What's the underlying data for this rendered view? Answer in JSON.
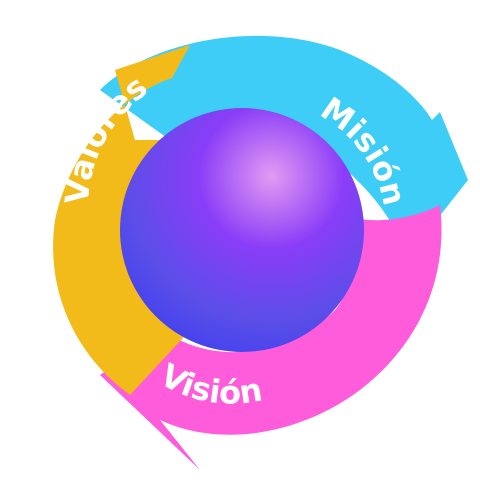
{
  "cycle": {
    "segments": [
      {
        "key": "mision",
        "label": "Misión",
        "color": "#3ecdf6"
      },
      {
        "key": "vision",
        "label": "Visión",
        "color": "#ff5cdc"
      },
      {
        "key": "valores",
        "label": "Valores",
        "color": "#f2bb1a"
      }
    ],
    "center_sphere": {
      "colors": [
        "#e39bf2",
        "#8a3df7",
        "#5b4ee8",
        "#3a3df0"
      ]
    }
  }
}
